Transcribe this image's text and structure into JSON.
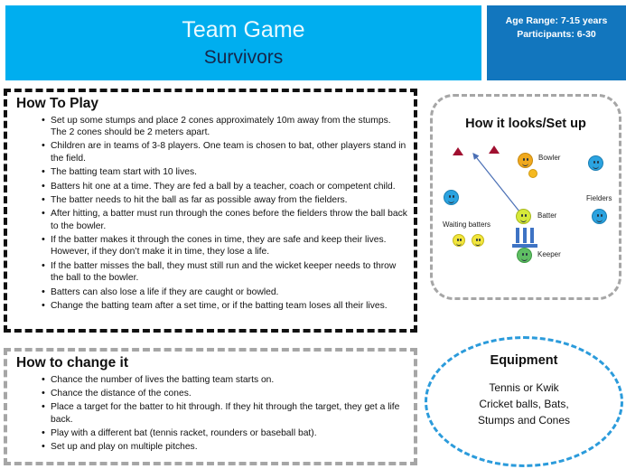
{
  "header": {
    "title": "Team Game",
    "subtitle": "Survivors",
    "age_range": "Age Range: 7-15 years",
    "participants": "Participants: 6-30",
    "band_color": "#00AEEF",
    "info_color": "#1276BE"
  },
  "how_to_play": {
    "heading": "How To Play",
    "bullets": [
      "Set up some stumps and place 2 cones approximately 10m away from the stumps. The 2 cones should be 2 meters apart.",
      "Children are in teams of 3-8 players. One team is chosen to bat, other players stand in the field.",
      "The batting team start with 10 lives.",
      "Batters hit one at a time. They are fed a ball by a teacher, coach or competent child.",
      "The batter needs to hit the ball as far as possible away from the fielders.",
      "After hitting, a batter must run through the cones before the fielders throw the ball back to the bowler.",
      "If the batter makes it through the cones in time, they are safe and keep their lives. However, if they don’t make it in time, they lose a life.",
      "If the batter misses the ball, they must still run and the wicket keeper needs to throw the ball to the bowler.",
      "Batters can also lose a life if they are caught or bowled.",
      "Change the batting team after a set time, or if the batting team loses all their lives."
    ]
  },
  "how_to_change": {
    "heading": "How to change it",
    "bullets": [
      "Chance the number of lives the batting team starts on.",
      "Chance the distance of the cones.",
      "Place a target for the batter to hit through. If they hit through the target, they get a life back.",
      "Play with a different bat (tennis racket, rounders or baseball bat).",
      "Set up and play on multiple pitches."
    ]
  },
  "setup": {
    "heading": "How it looks/Set up",
    "labels": {
      "bowler": "Bowler",
      "batter": "Batter",
      "keeper": "Keeper",
      "fielders": "Fielders",
      "waiting_batters": "Waiting batters"
    },
    "colors": {
      "bowler": "#F0A91E",
      "batter": "#D6E93A",
      "keeper": "#5FBE63",
      "fielder": "#2BA3E0",
      "waiting_batter": "#F2E63C",
      "cone": "#A01030",
      "ball": "#F5B921",
      "stumps": "#3E73C4",
      "arrow": "#4A6FB5",
      "border": "#A6A6A6"
    }
  },
  "equipment": {
    "heading": "Equipment",
    "lines": [
      "Tennis or Kwik",
      "Cricket balls, Bats,",
      "Stumps and Cones"
    ],
    "border_color": "#2B9BDB"
  }
}
